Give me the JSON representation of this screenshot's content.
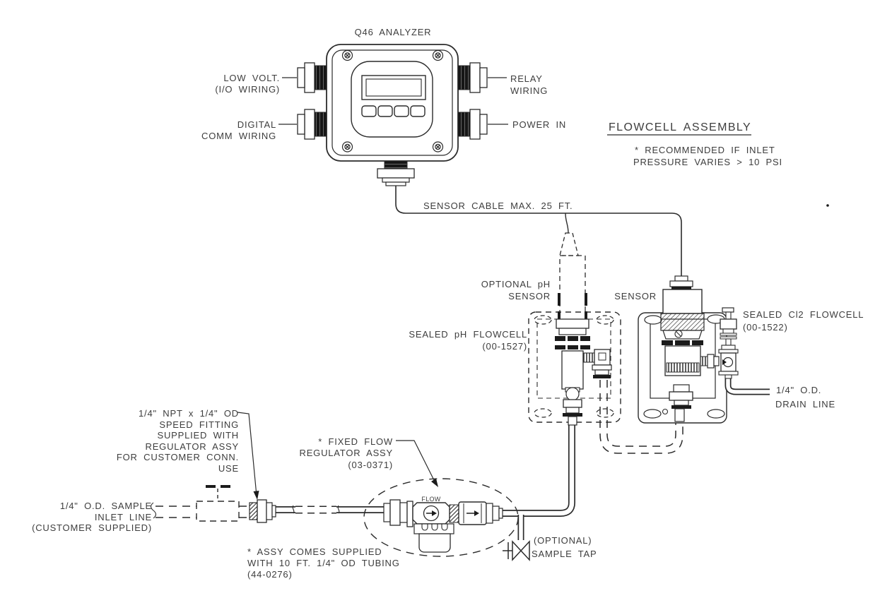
{
  "diagram": {
    "analyzer": {
      "title": "Q46 ANALYZER"
    },
    "ports": {
      "low_volt": {
        "line1": "LOW VOLT.",
        "line2": "(I/O WIRING)"
      },
      "digital_comm": {
        "line1": "DIGITAL",
        "line2": "COMM WIRING"
      },
      "relay": {
        "line1": "RELAY",
        "line2": "WIRING"
      },
      "power_in": {
        "line1": "POWER IN"
      }
    },
    "flowcell_assembly": {
      "heading": "FLOWCELL ASSEMBLY",
      "note1": "* RECOMMENDED IF INLET",
      "note2": "PRESSURE VARIES > 10 PSI"
    },
    "cable": {
      "label": "SENSOR CABLE MAX. 25 FT."
    },
    "ph": {
      "sensor1": "OPTIONAL pH",
      "sensor2": "SENSOR",
      "cell1": "SEALED pH FLOWCELL",
      "cell2": "(00-1527)"
    },
    "cl2": {
      "sensor": "SENSOR",
      "cell1": "SEALED Cl2 FLOWCELL",
      "cell2": "(00-1522)",
      "drain1": "1/4\" O.D.",
      "drain2": "DRAIN LINE"
    },
    "speed_fitting": {
      "l1": "1/4\" NPT x 1/4\" OD",
      "l2": "SPEED FITTING",
      "l3": "SUPPLIED WITH",
      "l4": "REGULATOR ASSY",
      "l5": "FOR CUSTOMER CONN.",
      "l6": "USE"
    },
    "inlet": {
      "l1": "1/4\" O.D. SAMPLE",
      "l2": "INLET LINE",
      "l3": "(CUSTOMER SUPPLIED)"
    },
    "regulator": {
      "flow_tag": "FLOW",
      "note1": "* FIXED FLOW",
      "note2": "REGULATOR ASSY",
      "note3": "(03-0371)",
      "assy1": "* ASSY COMES SUPPLIED",
      "assy2": "WITH 10 FT. 1/4\" OD TUBING",
      "assy3": "(44-0276)"
    },
    "sample_tap": {
      "l1": "(OPTIONAL)",
      "l2": "SAMPLE TAP"
    },
    "colors": {
      "line": "#2b2b2b",
      "text": "#3d3d3d",
      "background": "#ffffff"
    }
  }
}
